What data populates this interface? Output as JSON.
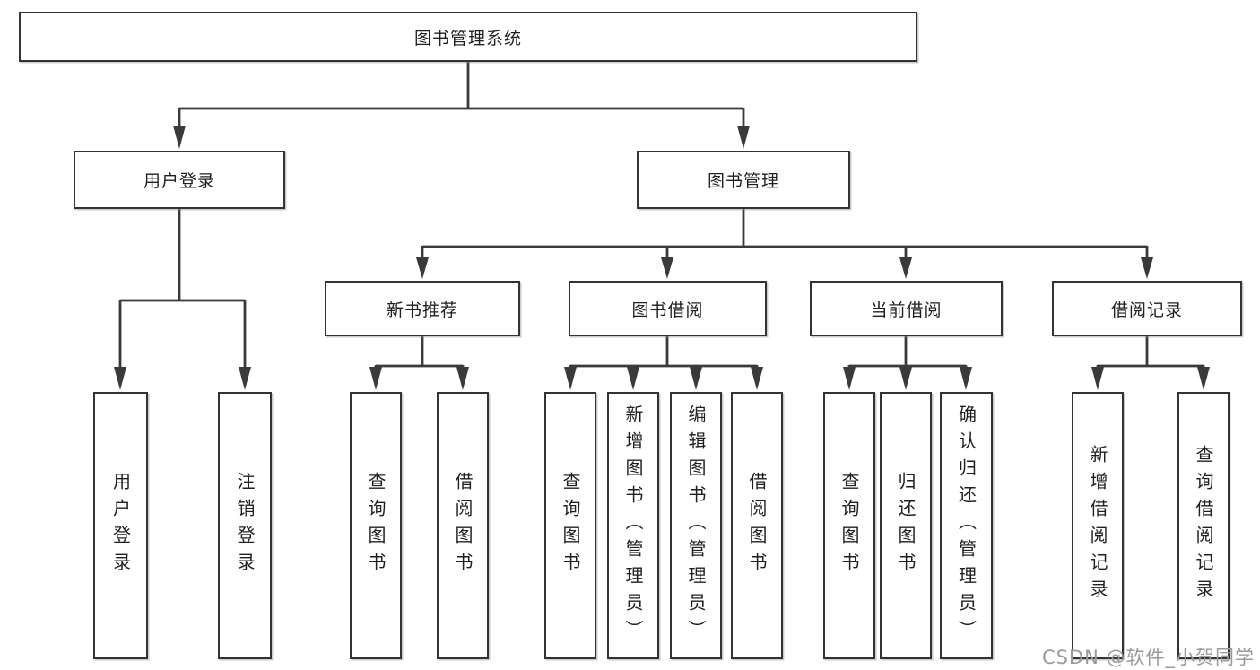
{
  "diagram": {
    "root": {
      "label": "图书管理系统"
    },
    "level2": [
      {
        "label": "用户登录"
      },
      {
        "label": "图书管理"
      }
    ],
    "level3": [
      {
        "label": "新书推荐"
      },
      {
        "label": "图书借阅"
      },
      {
        "label": "当前借阅"
      },
      {
        "label": "借阅记录"
      }
    ],
    "leaves": {
      "user": [
        "用户登录",
        "注销登录"
      ],
      "recommend": [
        "查询图书",
        "借阅图书"
      ],
      "borrow": [
        "查询图书",
        "新增图书（管理员）",
        "编辑图书（管理员）",
        "借阅图书"
      ],
      "current": [
        "查询图书",
        "归还图书",
        "确认归还（管理员）"
      ],
      "records": [
        "新增借阅记录",
        "查询借阅记录"
      ]
    },
    "colors": {
      "line": "#3a3a3a",
      "box_border": "#333333",
      "box_fill": "#ffffff",
      "text": "#1f1f1f"
    }
  },
  "watermark": {
    "text": "CSDN @软件_小贺同学",
    "color": "#9b9b9b"
  }
}
